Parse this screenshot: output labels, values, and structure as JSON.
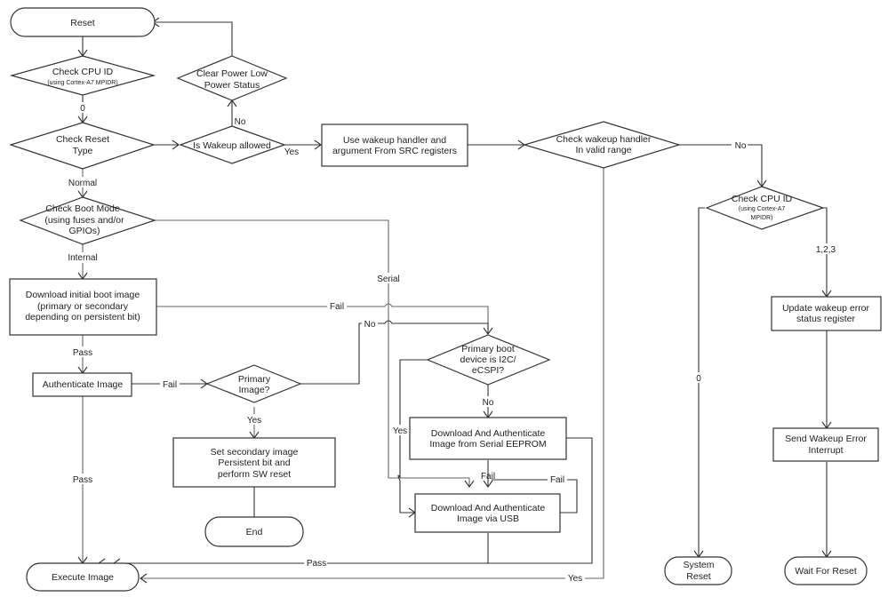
{
  "diagram": {
    "type": "flowchart",
    "nodes": {
      "reset": {
        "label": [
          "Reset"
        ],
        "shape": "terminal"
      },
      "check_cpu_id": {
        "label": [
          "Check CPU ID"
        ],
        "sublabel": "(using Cortex-A7 MPIDR)",
        "shape": "decision"
      },
      "check_reset_type": {
        "label": [
          "Check Reset",
          "Type"
        ],
        "shape": "decision"
      },
      "is_wakeup_allowed": {
        "label": [
          "Is Wakeup allowed"
        ],
        "shape": "decision"
      },
      "clear_power_low": {
        "label": [
          "Clear Power Low",
          "Power Status"
        ],
        "shape": "decision"
      },
      "use_wakeup_handler": {
        "label": [
          "Use wakeup handler and",
          "argument From SRC registers"
        ],
        "shape": "process"
      },
      "check_wakeup_handler": {
        "label": [
          "Check wakeup handler",
          "In valid range"
        ],
        "shape": "decision"
      },
      "check_cpu_id_2": {
        "label": [
          "Check CPU ID"
        ],
        "sublabel": [
          "(using Cortex-A7",
          "MPIDR)"
        ],
        "shape": "decision"
      },
      "update_wakeup_error": {
        "label": [
          "Update wakeup error",
          "status register"
        ],
        "shape": "process"
      },
      "send_wakeup_error": {
        "label": [
          "Send Wakeup Error",
          "Interrupt"
        ],
        "shape": "process"
      },
      "system_reset": {
        "label": [
          "System",
          "Reset"
        ],
        "shape": "terminal"
      },
      "wait_for_reset": {
        "label": [
          "Wait For Reset"
        ],
        "shape": "terminal"
      },
      "check_boot_mode": {
        "label": [
          "Check Boot Mode",
          "(using fuses and/or",
          "GPIOs)"
        ],
        "shape": "decision"
      },
      "download_initial": {
        "label": [
          "Download initial boot image",
          "(primary or secondary",
          "depending on persistent bit)"
        ],
        "shape": "process"
      },
      "authenticate_image": {
        "label": [
          "Authenticate Image"
        ],
        "shape": "process"
      },
      "primary_image": {
        "label": [
          "Primary",
          "Image?"
        ],
        "shape": "decision"
      },
      "set_secondary": {
        "label": [
          "Set secondary image",
          "Persistent bit and",
          "perform SW reset"
        ],
        "shape": "process"
      },
      "end": {
        "label": [
          "End"
        ],
        "shape": "terminal"
      },
      "primary_boot_device": {
        "label": [
          "Primary boot",
          "device is I2C/",
          "eCSPI?"
        ],
        "shape": "decision"
      },
      "download_eeprom": {
        "label": [
          "Download And Authenticate",
          "Image from Serial EEPROM"
        ],
        "shape": "process"
      },
      "download_usb": {
        "label": [
          "Download And Authenticate",
          "Image via USB"
        ],
        "shape": "process"
      },
      "execute_image": {
        "label": [
          "Execute Image"
        ],
        "shape": "terminal"
      }
    },
    "edge_labels": {
      "cpu_id_0": "0",
      "normal": "Normal",
      "wakeup_yes": "Yes",
      "wakeup_no": "No",
      "handler_no": "No",
      "cpu2_123": "1,2,3",
      "cpu2_0": "0",
      "internal": "Internal",
      "serial": "Serial",
      "download_fail": "Fail",
      "download_pass": "Pass",
      "auth_fail": "Fail",
      "auth_pass": "Pass",
      "primary_yes": "Yes",
      "primary_no": "No",
      "boot_dev_no": "No",
      "boot_dev_yes": "Yes",
      "eeprom_fail": "Fail",
      "usb_fail": "Fail",
      "usb_pass": "Pass",
      "handler_yes": "Yes"
    }
  }
}
